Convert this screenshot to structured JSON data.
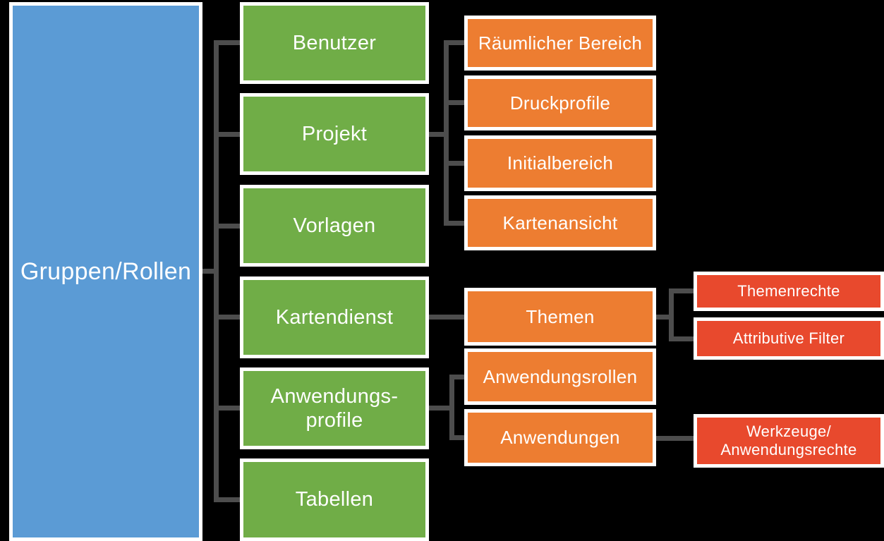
{
  "colors": {
    "background": "#000000",
    "root_fill": "#5B9BD5",
    "level1_fill": "#70AD47",
    "level2_fill": "#ED7D31",
    "level3_fill": "#E8492D",
    "connector": "#4D4D4D",
    "box_border": "#FFFFFF",
    "text": "#FFFFFF"
  },
  "nodes": {
    "root": {
      "label": "Gruppen/Rollen"
    },
    "benutzer": {
      "label": "Benutzer"
    },
    "projekt": {
      "label": "Projekt"
    },
    "vorlagen": {
      "label": "Vorlagen"
    },
    "kartendienst": {
      "label": "Kartendienst"
    },
    "anwendungsprofile": {
      "line1": "Anwendungs-",
      "line2": "profile"
    },
    "tabellen": {
      "label": "Tabellen"
    },
    "raeumlicher_bereich": {
      "label": "Räumlicher Bereich"
    },
    "druckprofile": {
      "label": "Druckprofile"
    },
    "initialbereich": {
      "label": "Initialbereich"
    },
    "kartenansicht": {
      "label": "Kartenansicht"
    },
    "themen": {
      "label": "Themen"
    },
    "anwendungsrollen": {
      "label": "Anwendungsrollen"
    },
    "anwendungen": {
      "label": "Anwendungen"
    },
    "themenrechte": {
      "label": "Themenrechte"
    },
    "attributive_filter": {
      "label": "Attributive Filter"
    },
    "werkzeuge_anwendungsrechte": {
      "line1": "Werkzeuge/",
      "line2": "Anwendungsrechte"
    }
  },
  "edges": [
    [
      "Gruppen/Rollen",
      "Benutzer"
    ],
    [
      "Gruppen/Rollen",
      "Projekt"
    ],
    [
      "Gruppen/Rollen",
      "Vorlagen"
    ],
    [
      "Gruppen/Rollen",
      "Kartendienst"
    ],
    [
      "Gruppen/Rollen",
      "Anwendungsprofile"
    ],
    [
      "Gruppen/Rollen",
      "Tabellen"
    ],
    [
      "Projekt",
      "Räumlicher Bereich"
    ],
    [
      "Projekt",
      "Druckprofile"
    ],
    [
      "Projekt",
      "Initialbereich"
    ],
    [
      "Projekt",
      "Kartenansicht"
    ],
    [
      "Kartendienst",
      "Themen"
    ],
    [
      "Anwendungsprofile",
      "Anwendungsrollen"
    ],
    [
      "Anwendungsprofile",
      "Anwendungen"
    ],
    [
      "Themen",
      "Themenrechte"
    ],
    [
      "Themen",
      "Attributive Filter"
    ],
    [
      "Anwendungen",
      "Werkzeuge/Anwendungsrechte"
    ]
  ]
}
